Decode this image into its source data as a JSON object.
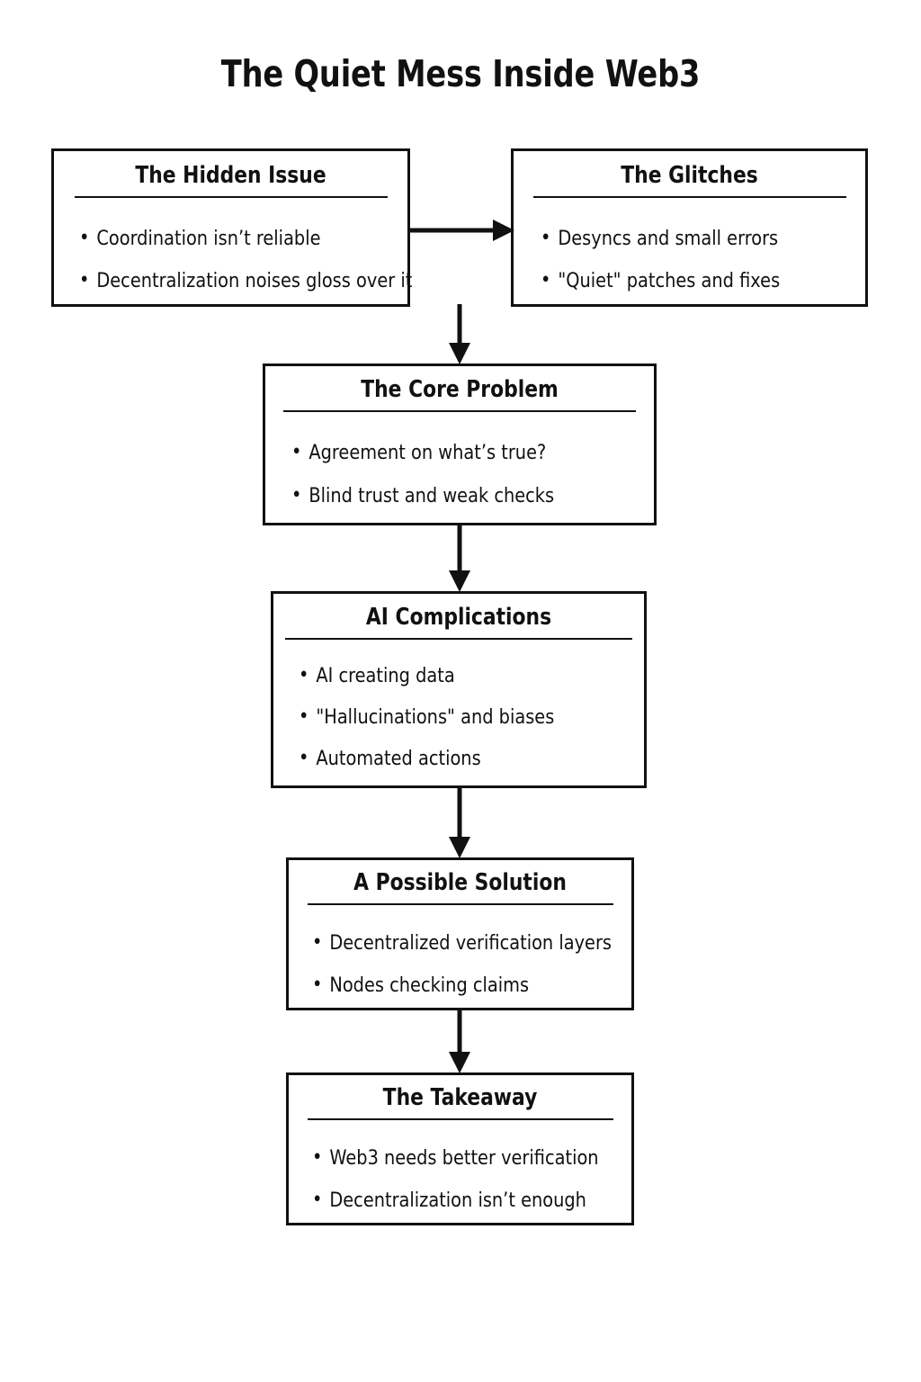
{
  "title": "The Quiet Mess Inside Web3",
  "colors": {
    "background": "#ffffff",
    "ink": "#111111",
    "border": "#111111"
  },
  "nodes": [
    {
      "id": "hidden-issue",
      "title": "The Hidden Issue",
      "bullets": [
        "Coordination isn’t reliable",
        "Decentralization noises gloss over it"
      ]
    },
    {
      "id": "glitches",
      "title": "The Glitches",
      "bullets": [
        "Desyncs and small errors",
        "\"Quiet\" patches and fixes"
      ]
    },
    {
      "id": "core-problem",
      "title": "The Core Problem",
      "bullets": [
        "Agreement on what’s true?",
        "Blind trust and weak checks"
      ]
    },
    {
      "id": "ai-complications",
      "title": "AI Complications",
      "bullets": [
        "AI creating data",
        "\"Hallucinations\" and biases",
        "Automated actions"
      ]
    },
    {
      "id": "possible-solution",
      "title": "A Possible Solution",
      "bullets": [
        "Decentralized verification layers",
        "Nodes checking claims"
      ]
    },
    {
      "id": "takeaway",
      "title": "The Takeaway",
      "bullets": [
        "Web3 needs better verification",
        "Decentralization isn’t enough"
      ]
    }
  ],
  "edges": [
    {
      "id": "hidden-issue-to-glitches",
      "from": "hidden-issue",
      "to": "glitches",
      "direction": "right"
    },
    {
      "id": "glitches-to-core-problem",
      "from": "glitches",
      "to": "core-problem",
      "direction": "down"
    },
    {
      "id": "core-problem-to-ai-complications",
      "from": "core-problem",
      "to": "ai-complications",
      "direction": "down"
    },
    {
      "id": "ai-complications-to-possible-solution",
      "from": "ai-complications",
      "to": "possible-solution",
      "direction": "down"
    },
    {
      "id": "possible-solution-to-takeaway",
      "from": "possible-solution",
      "to": "takeaway",
      "direction": "down"
    }
  ]
}
